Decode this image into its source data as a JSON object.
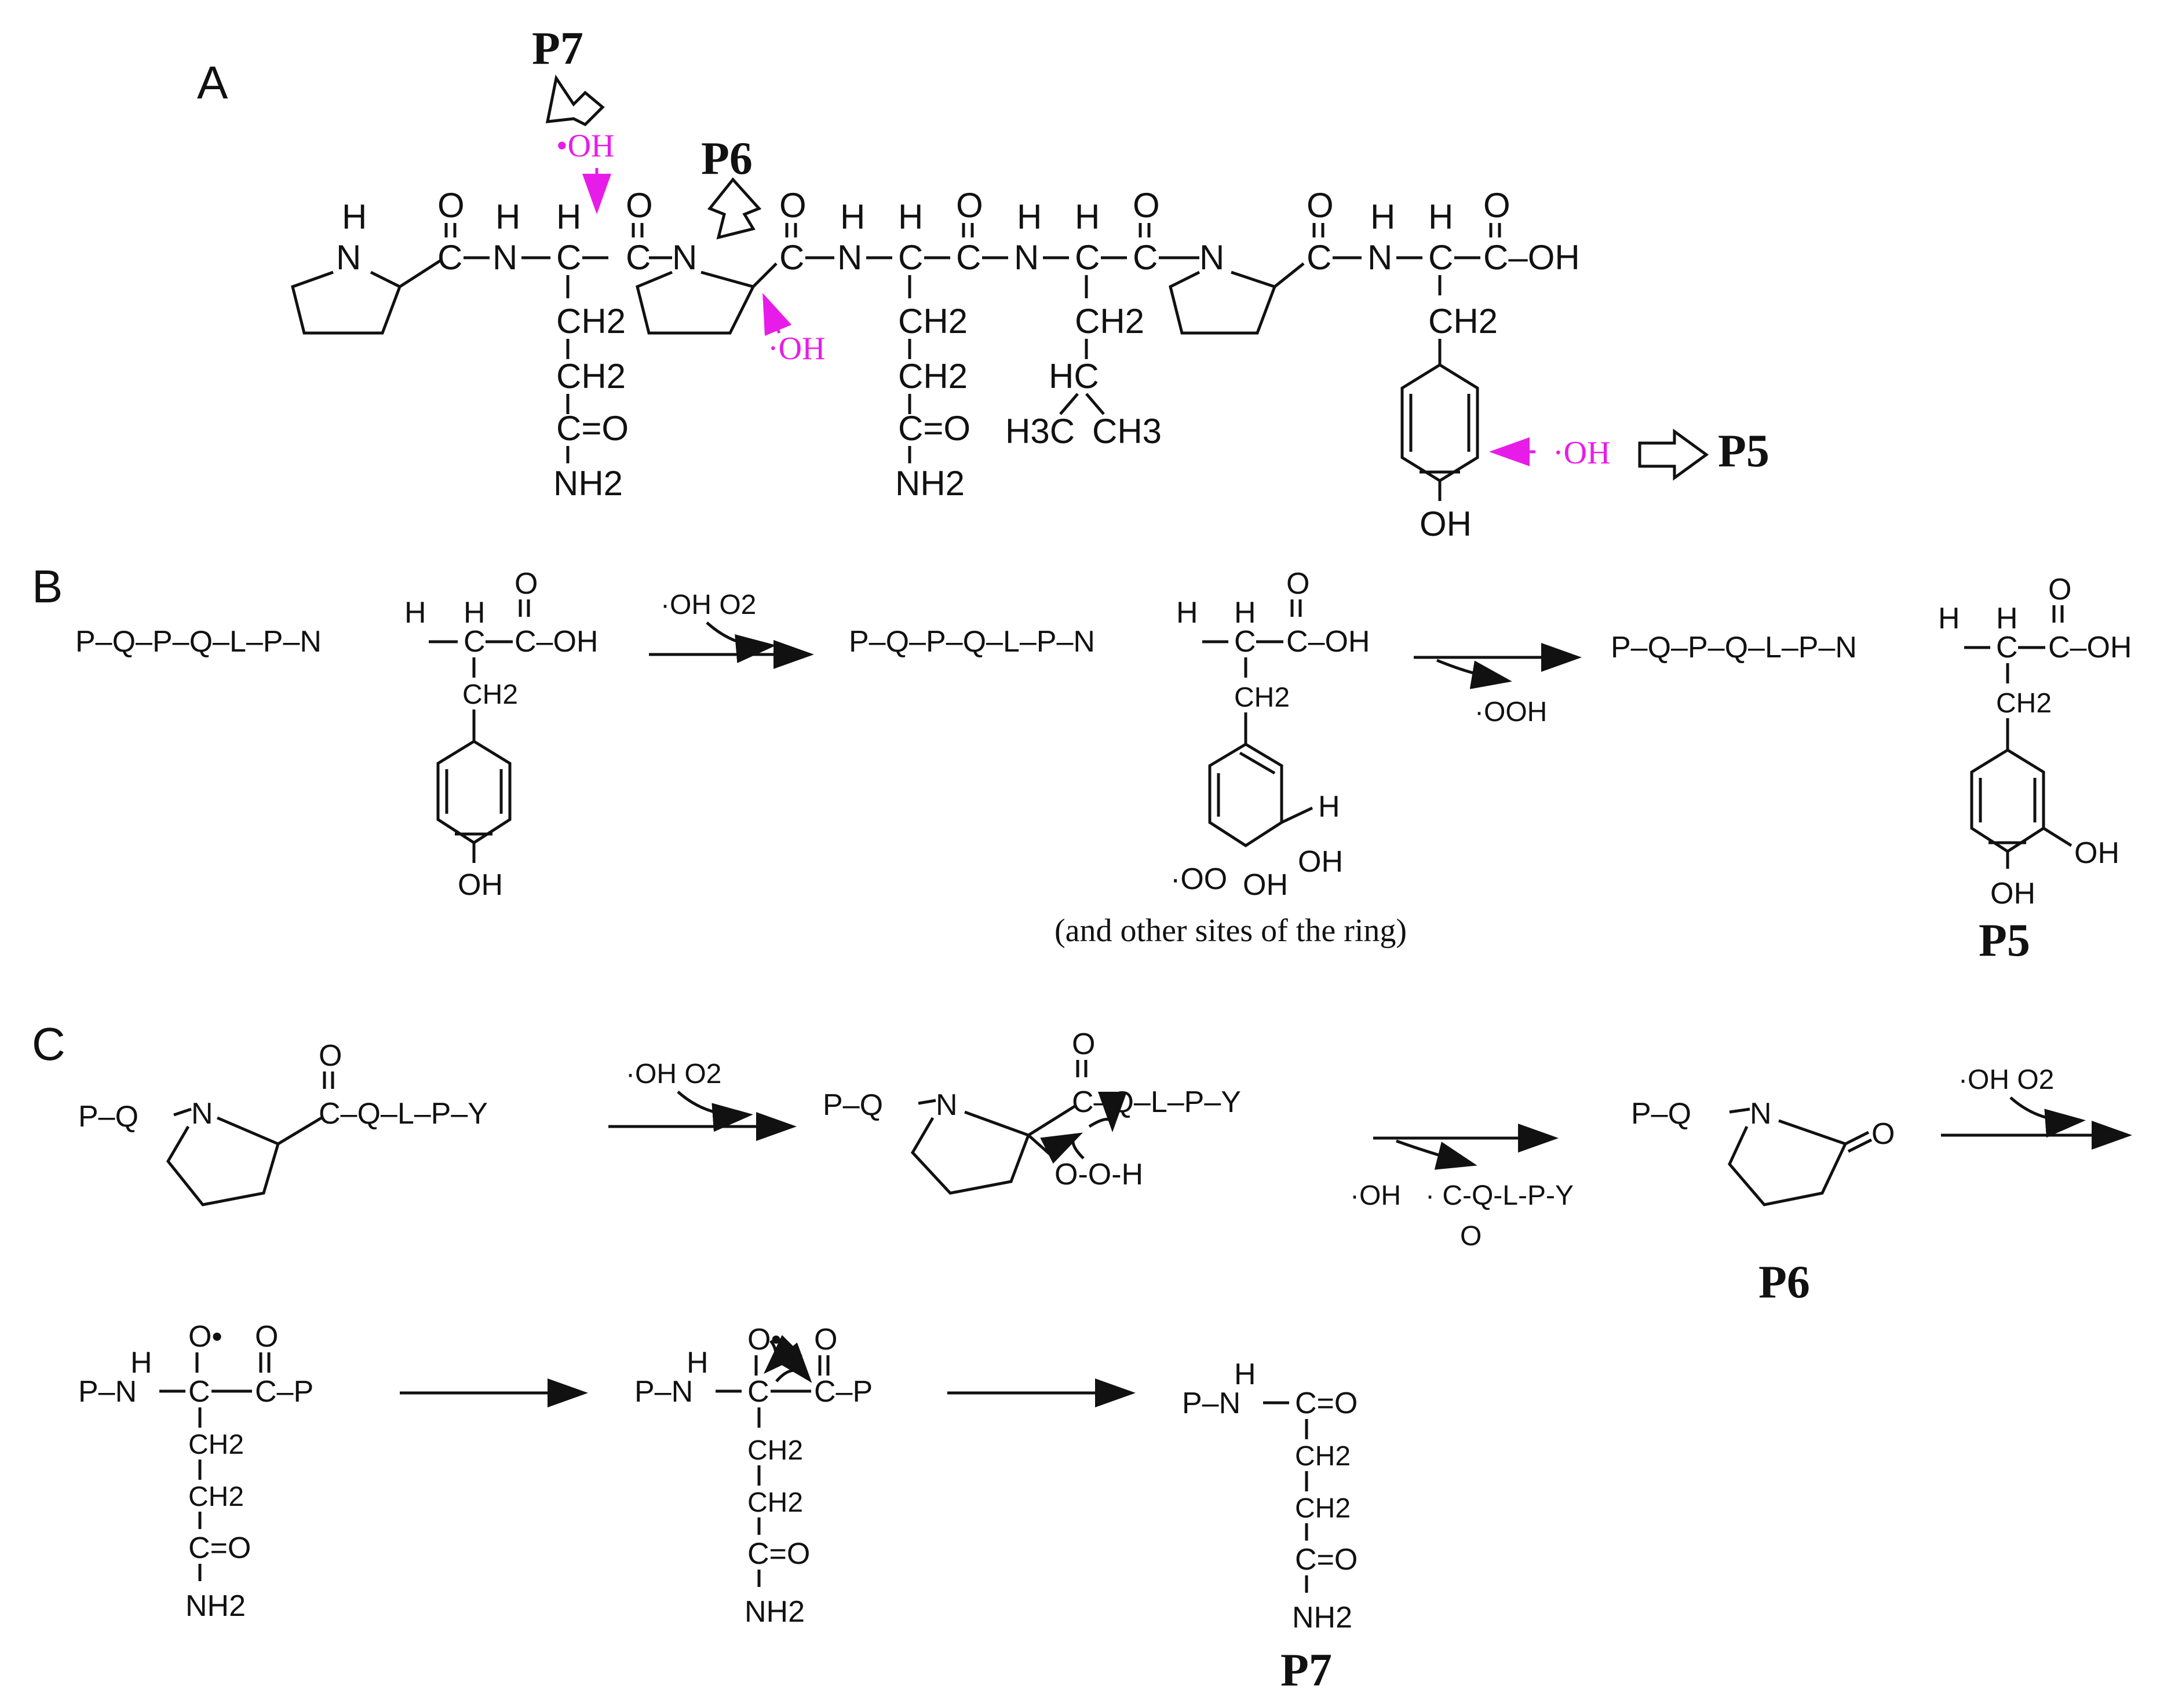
{
  "panels": {
    "a": {
      "label": "A"
    },
    "b": {
      "label": "B"
    },
    "c": {
      "label": "C"
    }
  },
  "products": {
    "p5": "P5",
    "p6": "P6",
    "p7": "P7"
  },
  "atoms": {
    "H": "H",
    "O": "O",
    "N": "N",
    "C": "C",
    "CH2": "CH2",
    "HC": "HC",
    "CH3": "CH3",
    "H3C": "H3C",
    "NH2": "NH2",
    "OH": "OH",
    "C_eq_O": "C=O",
    "C_OH": "C–OH",
    "OO_rad": "·OO",
    "O_rad": "O•",
    "O_O_H": "O-O-H"
  },
  "residues": {
    "P": "P",
    "Q": "Q",
    "L": "L",
    "Y": "Y"
  },
  "reagents": {
    "oh_radical": "·OH",
    "oh_radical_alt": "•OH",
    "oh_o2": "·OH  O2",
    "ooh_radical": "·OOH"
  },
  "notes": {
    "other_sites": "(and other sites of the ring)",
    "qlpy_fragment": "· C-Q-L-P-Y",
    "qlpy_o": "O"
  },
  "chains": {
    "pqpqlp": "P–Q–P–Q–L–P–N",
    "carbonyl_qlpy": "C–Q–L–P–Y",
    "p_q": "P–Q",
    "pn": "P–N",
    "cp": "C–P"
  },
  "colors": {
    "radical": "#e81ce8",
    "ink": "#111111",
    "background": "#ffffff"
  }
}
